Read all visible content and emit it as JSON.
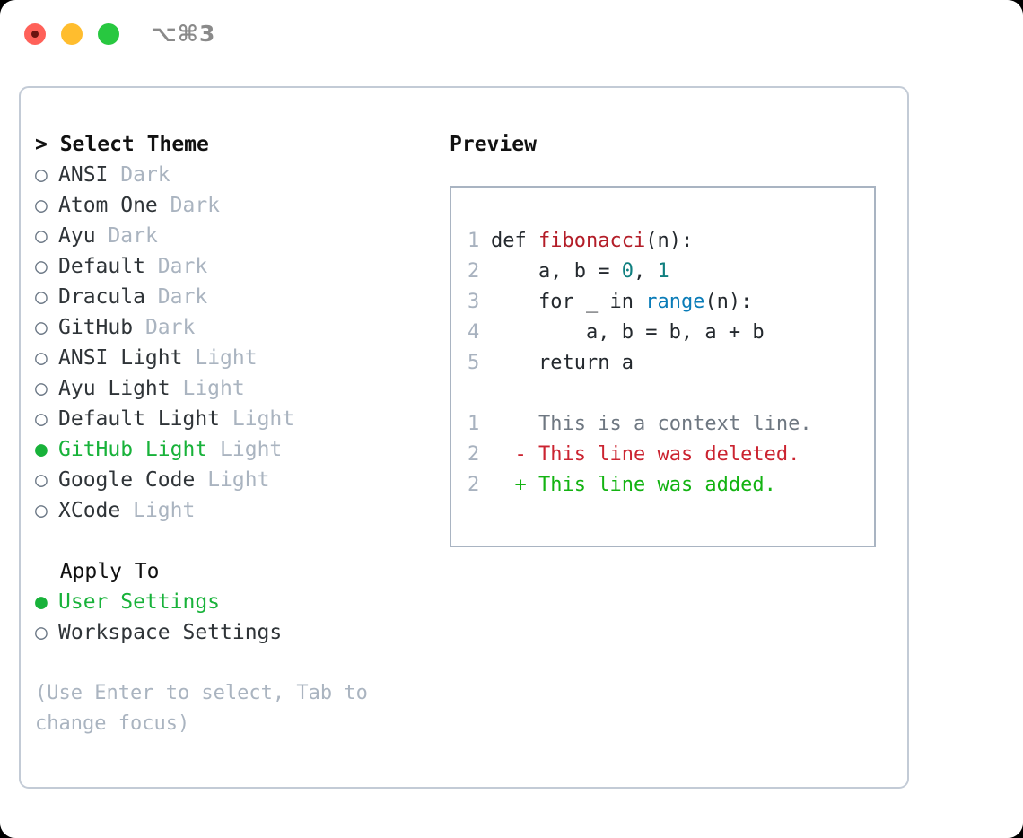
{
  "titlebar": {
    "shortcut": "⌥⌘3",
    "lights": [
      "close",
      "minimize",
      "zoom"
    ]
  },
  "theme_section": {
    "heading": "> Select Theme",
    "items": [
      {
        "bullet": "○",
        "label": "ANSI",
        "tag": "Dark",
        "selected": false
      },
      {
        "bullet": "○",
        "label": "Atom One",
        "tag": "Dark",
        "selected": false
      },
      {
        "bullet": "○",
        "label": "Ayu",
        "tag": "Dark",
        "selected": false
      },
      {
        "bullet": "○",
        "label": "Default",
        "tag": "Dark",
        "selected": false
      },
      {
        "bullet": "○",
        "label": "Dracula",
        "tag": "Dark",
        "selected": false
      },
      {
        "bullet": "○",
        "label": "GitHub",
        "tag": "Dark",
        "selected": false
      },
      {
        "bullet": "○",
        "label": "ANSI Light",
        "tag": "Light",
        "selected": false
      },
      {
        "bullet": "○",
        "label": "Ayu Light",
        "tag": "Light",
        "selected": false
      },
      {
        "bullet": "○",
        "label": "Default Light",
        "tag": "Light",
        "selected": false
      },
      {
        "bullet": "●",
        "label": "GitHub Light",
        "tag": "Light",
        "selected": true
      },
      {
        "bullet": "○",
        "label": "Google Code",
        "tag": "Light",
        "selected": false
      },
      {
        "bullet": "○",
        "label": "XCode",
        "tag": "Light",
        "selected": false
      }
    ]
  },
  "apply_section": {
    "heading": "  Apply To",
    "items": [
      {
        "bullet": "●",
        "label": "User Settings",
        "selected": true
      },
      {
        "bullet": "○",
        "label": "Workspace Settings",
        "selected": false
      }
    ]
  },
  "hint": "(Use Enter to select, Tab to change focus)",
  "preview": {
    "heading": "Preview",
    "code_lines": [
      {
        "num": "1",
        "indent": "",
        "tokens": [
          {
            "t": "def ",
            "c": "plain"
          },
          {
            "t": "fibonacci",
            "c": "fn"
          },
          {
            "t": "(n):",
            "c": "plain"
          }
        ]
      },
      {
        "num": "2",
        "indent": "    ",
        "tokens": [
          {
            "t": "a, b = ",
            "c": "plain"
          },
          {
            "t": "0",
            "c": "num"
          },
          {
            "t": ", ",
            "c": "plain"
          },
          {
            "t": "1",
            "c": "num"
          }
        ]
      },
      {
        "num": "3",
        "indent": "    ",
        "tokens": [
          {
            "t": "for _ in ",
            "c": "plain"
          },
          {
            "t": "range",
            "c": "call"
          },
          {
            "t": "(n):",
            "c": "plain"
          }
        ]
      },
      {
        "num": "4",
        "indent": "        ",
        "tokens": [
          {
            "t": "a, b = b, a + b",
            "c": "plain"
          }
        ]
      },
      {
        "num": "5",
        "indent": "    ",
        "tokens": [
          {
            "t": "return a",
            "c": "plain"
          }
        ]
      }
    ],
    "diff_lines": [
      {
        "num": "1",
        "marker": " ",
        "text": "This is a context line.",
        "kind": "ctx"
      },
      {
        "num": "2",
        "marker": "-",
        "text": "This line was deleted.",
        "kind": "del"
      },
      {
        "num": "2",
        "marker": "+",
        "text": "This line was added.",
        "kind": "add"
      }
    ]
  },
  "colors": {
    "selected_green": "#18b23a",
    "tag_grey": "#aab4c0",
    "diff_add": "#13b312",
    "diff_del": "#cb2431",
    "border": "#c3cbd6"
  }
}
